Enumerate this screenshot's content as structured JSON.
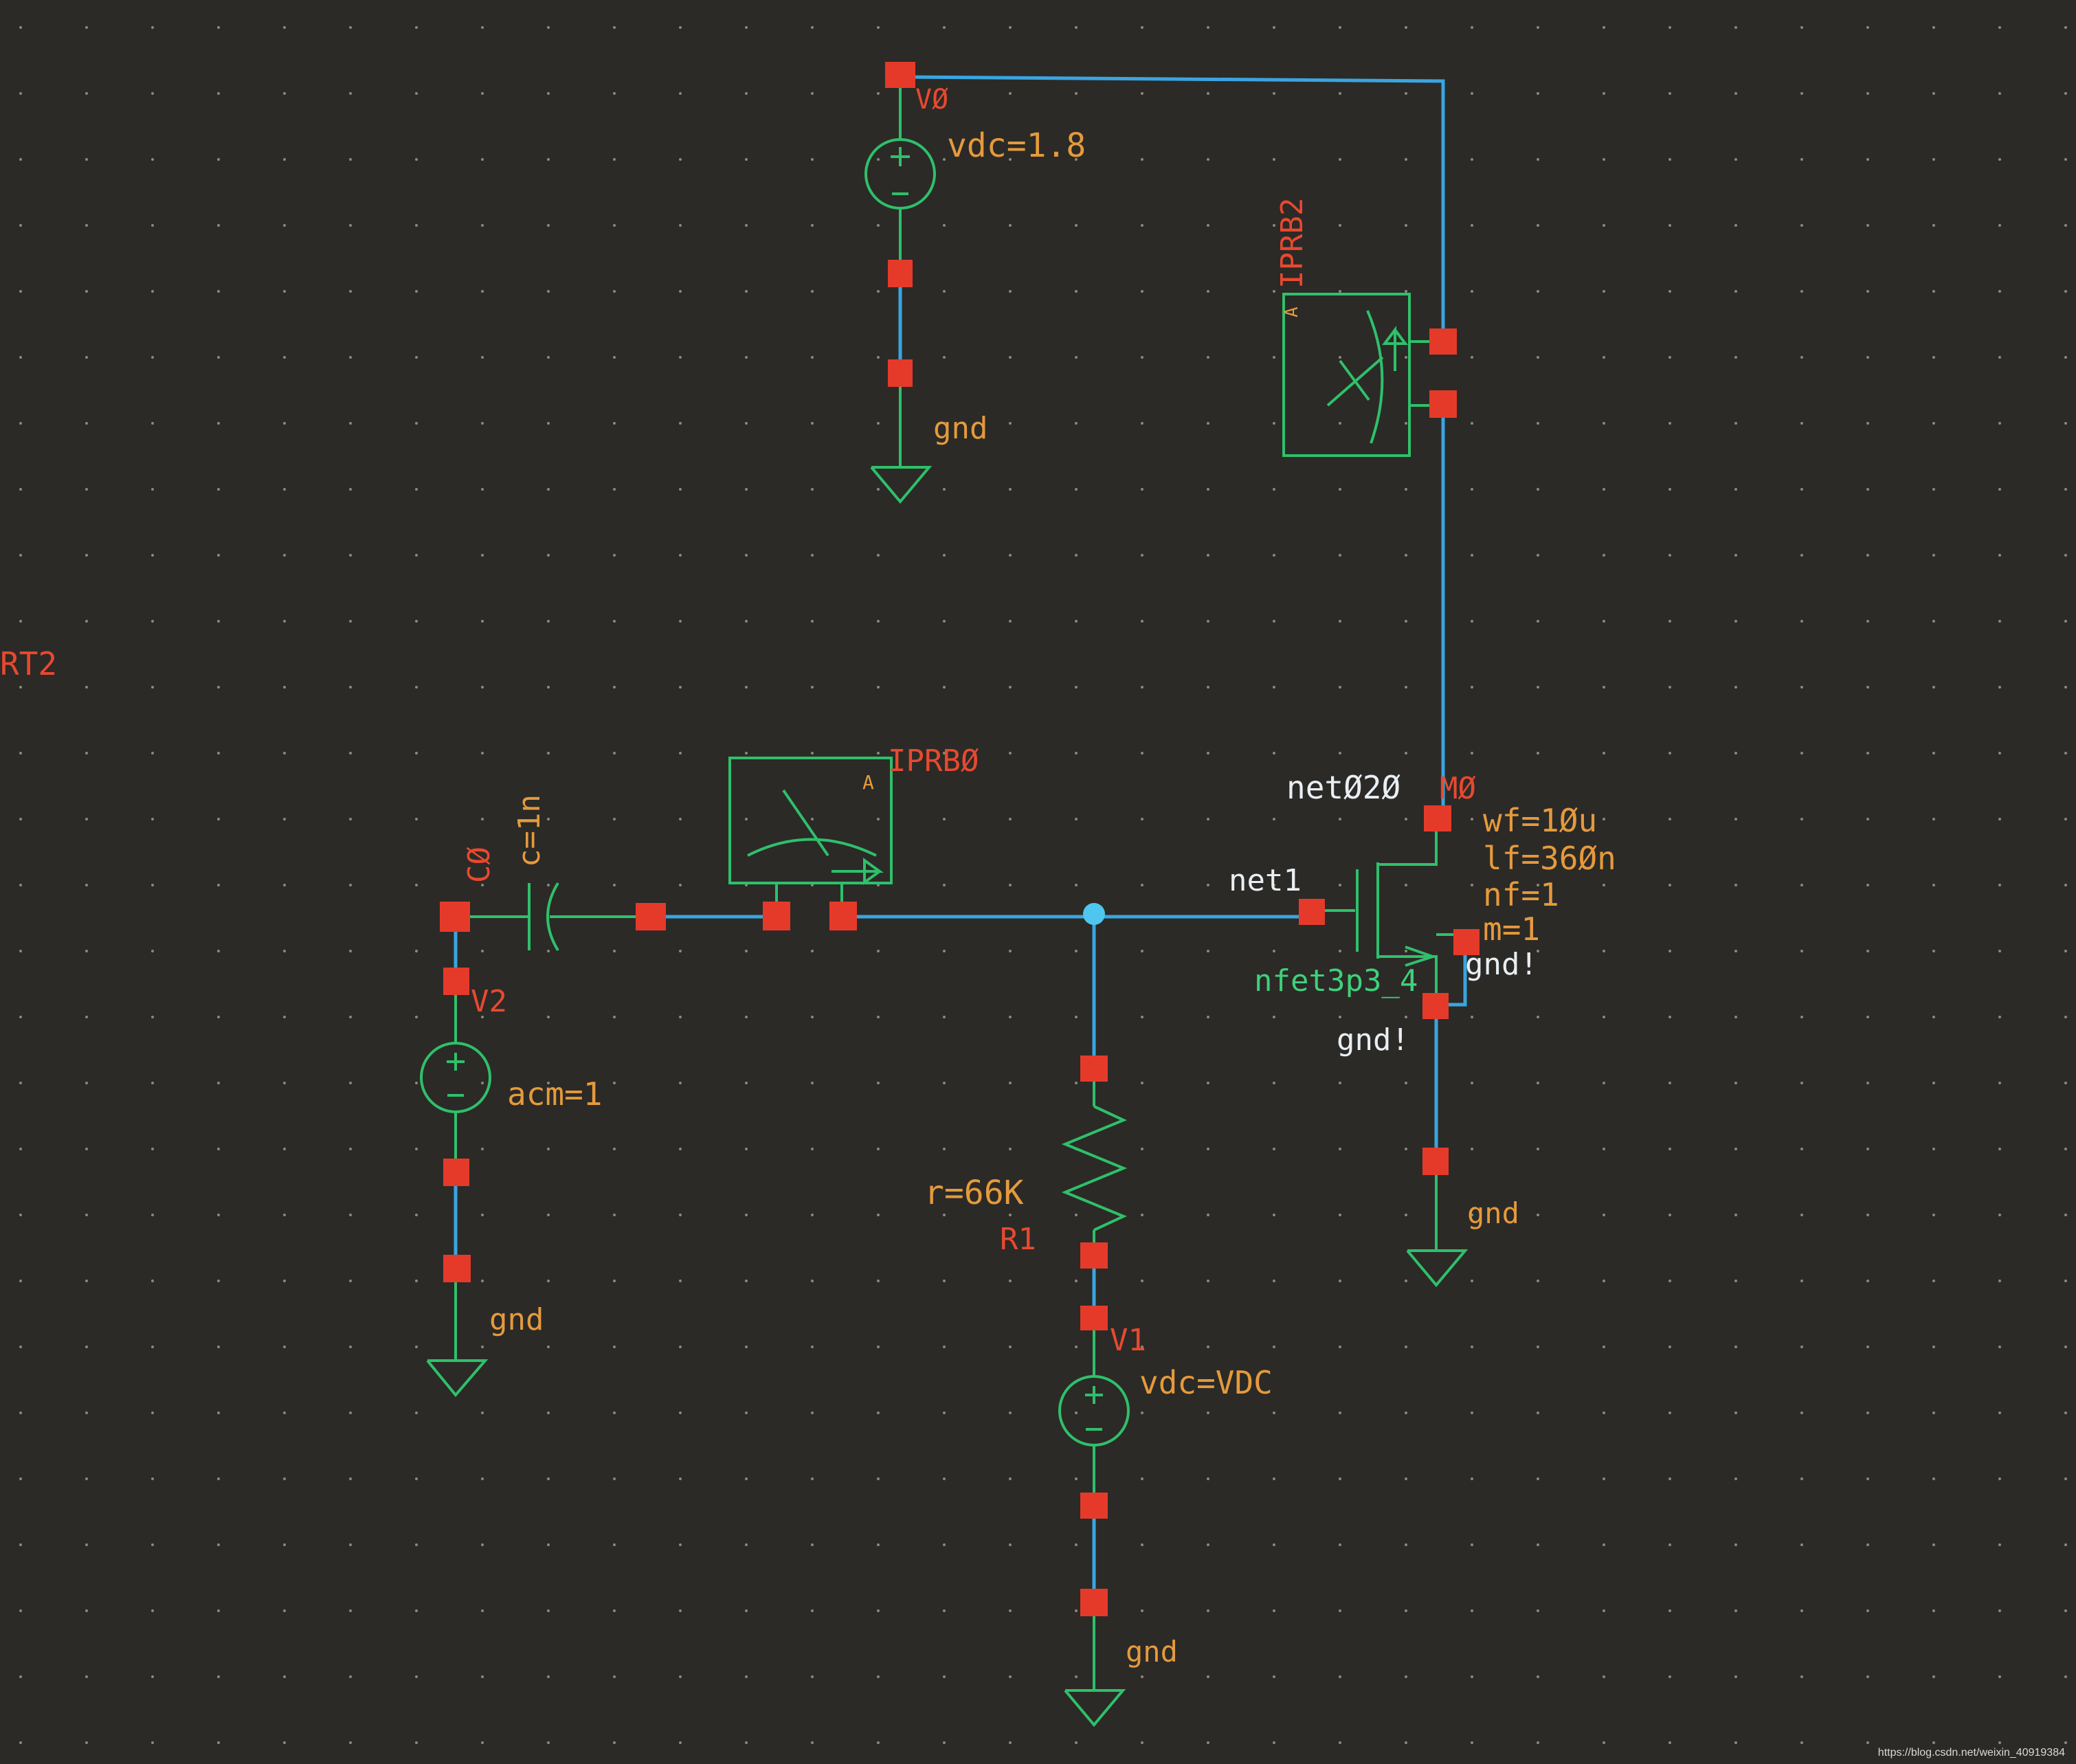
{
  "labels": {
    "v0_name": "VØ",
    "v0_param": "vdc=1.8",
    "v0_gnd": "gnd",
    "iprb2_name": "IPRB2",
    "iprb2_a": "A",
    "rt2": "RT2",
    "iprb0_name": "IPRBØ",
    "iprb0_a": "A",
    "c0_name": "CØ",
    "c0_param": "c=1n",
    "v2_name": "V2",
    "v2_param": "acm=1",
    "v2_gnd": "gnd",
    "net020": "netØ2Ø",
    "m0_name": "MØ",
    "net1": "net1",
    "m0_wf": "wf=1Øu",
    "m0_lf": "lf=36Øn",
    "m0_nf": "nf=1",
    "m0_m": "m=1",
    "m0_bulk": "gnd!",
    "m0_model": "nfet3p3_4",
    "m0_source": "gnd!",
    "m0_gnd": "gnd",
    "r1_param": "r=66K",
    "r1_name": "R1",
    "v1_name": "V1",
    "v1_param": "vdc=VDC",
    "v1_gnd": "gnd",
    "watermark": "https://blog.csdn.net/weixin_40919384"
  },
  "colors": {
    "background": "#2b2a27",
    "wire": "#3aa5e0",
    "symbol": "#2fc06a",
    "pin": "#e53a2a",
    "instance_label": "#e8492f",
    "param_label": "#e59a3c",
    "net_label": "#e8eef2"
  }
}
